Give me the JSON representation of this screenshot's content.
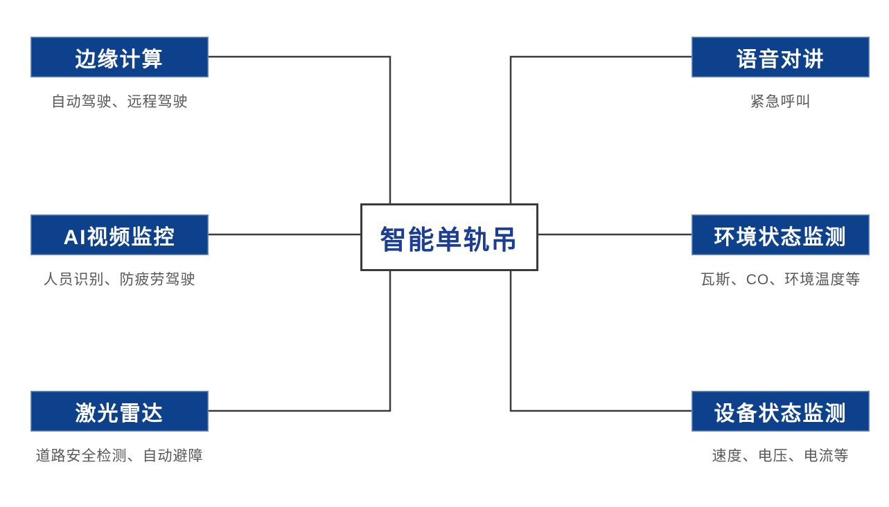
{
  "diagram": {
    "center": {
      "title": "智能单轨吊"
    },
    "left_nodes": [
      {
        "title": "边缘计算",
        "subtitle": "自动驾驶、远程驾驶"
      },
      {
        "title": "AI视频监控",
        "subtitle": "人员识别、防疲劳驾驶"
      },
      {
        "title": "激光雷达",
        "subtitle": "道路安全检测、自动避障"
      }
    ],
    "right_nodes": [
      {
        "title": "语音对讲",
        "subtitle": "紧急呼叫"
      },
      {
        "title": "环境状态监测",
        "subtitle": "瓦斯、CO、环境温度等"
      },
      {
        "title": "设备状态监测",
        "subtitle": "速度、电压、电流等"
      }
    ],
    "colors": {
      "node_background": "#0e418c",
      "node_text": "#ffffff",
      "center_text": "#1b3e94",
      "center_border": "#3a3a3a",
      "connector_line": "#3a3a3a",
      "subtitle_text": "#57585a",
      "page_background": "#ffffff"
    }
  }
}
